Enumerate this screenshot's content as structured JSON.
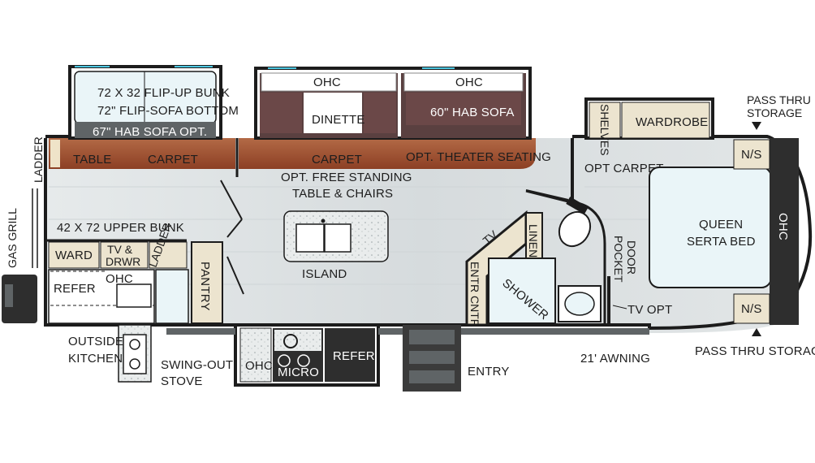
{
  "floorplan": {
    "labels": {
      "bunk_slide_1": "72 X 32 FLIP-UP BUNK",
      "bunk_slide_2": "72\" FLIP-SOFA BOTTOM",
      "hab_sofa_opt": "67\" HAB SOFA OPT.",
      "ohc_dinette": "OHC",
      "dinette": "DINETTE",
      "ohc_sofa": "OHC",
      "hab_sofa": "60\" HAB SOFA",
      "table": "TABLE",
      "carpet_left": "CARPET",
      "carpet_center": "CARPET",
      "theater_seating": "OPT. THEATER SEATING",
      "shelves": "SHELVES",
      "wardrobe": "WARDROBE",
      "pass_thru_top": "PASS THRU\nSTORAGE",
      "ns_top": "N/S",
      "ns_bottom": "N/S",
      "ohc_bed": "OHC",
      "queen_bed": "QUEEN\nSERTA BED",
      "opt_carpet": "OPT CARPET",
      "free_standing": "OPT. FREE STANDING\nTABLE & CHAIRS",
      "ladder_outside": "LADDER",
      "gas_grill": "GAS GRILL",
      "upper_bunk": "42 X 72 UPPER BUNK",
      "ward": "WARD",
      "tv_drwr": "TV &\nDRWR",
      "ladder_inside": "LADDER",
      "refer_bunk": "REFER",
      "ohc_bunk": "OHC",
      "pantry": "PANTRY",
      "island": "ISLAND",
      "tv": "TV",
      "linen": "LINEN",
      "entr_cntr": "ENTR CNTR",
      "shower": "SHOWER",
      "pocket_door": "POCKET\nDOOR",
      "tv_opt": "TV OPT",
      "pass_thru_bottom": "PASS THRU STORAGE",
      "outside_kitchen": "OUTSIDE\nKITCHEN",
      "swing_out_stove": "SWING-OUT\nSTOVE",
      "ohc_kitchen": "OHC",
      "micro": "MICRO",
      "refer_kitchen": "REFER",
      "entry": "ENTRY",
      "awning": "21' AWNING"
    },
    "colors": {
      "wall": "#1c1c1c",
      "floor": "#dfe3e4",
      "carpet_brown": "#9a4a2c",
      "dark_furniture": "#5a4040",
      "bed_frame": "#2e2e2e",
      "cabinet_beige": "#ece4cf",
      "glass_blue": "#e8f4f8",
      "accent_cyan": "#4cc6e0"
    }
  }
}
